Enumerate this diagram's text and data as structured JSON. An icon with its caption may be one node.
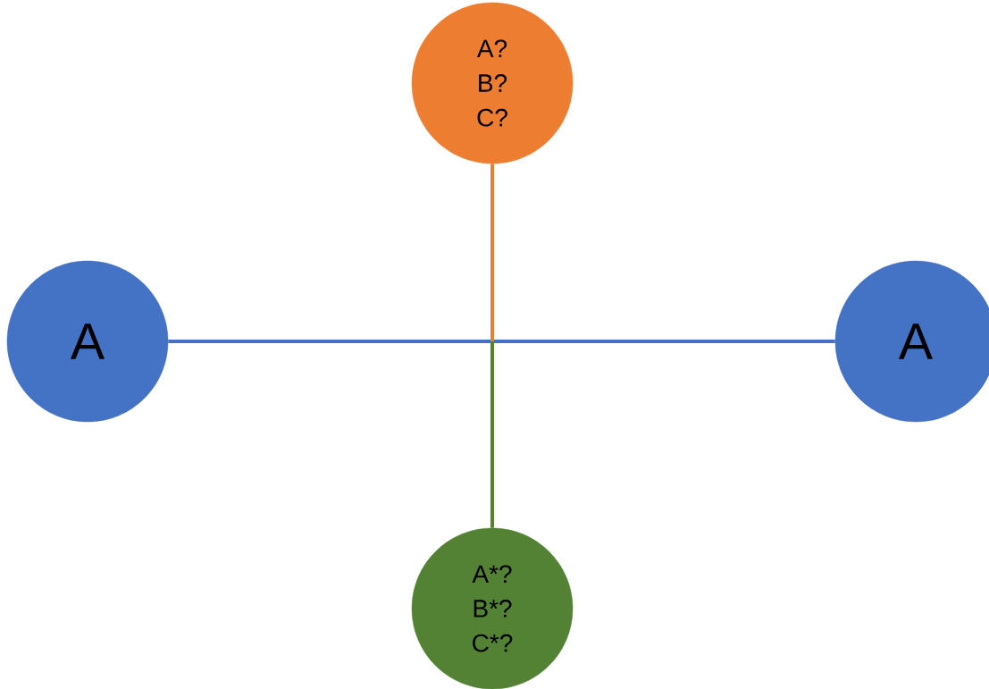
{
  "diagram": {
    "nodes": [
      {
        "text": [
          "A? B? C?"
        ]
      },
      {
        "text": [
          "A"
        ]
      },
      {
        "text": [
          "A"
        ]
      },
      {
        "text": [
          "A*? B*? C*?"
        ]
      }
    ],
    "edges": [
      {
        "from": 1,
        "to": 2,
        "arrow": "none",
        "color": "#4472c4"
      },
      {
        "from": 0,
        "to": null,
        "arrow": "none",
        "color": "#ed7d31"
      },
      {
        "from": 3,
        "to": null,
        "arrow": "none",
        "color": "#548235"
      }
    ]
  }
}
